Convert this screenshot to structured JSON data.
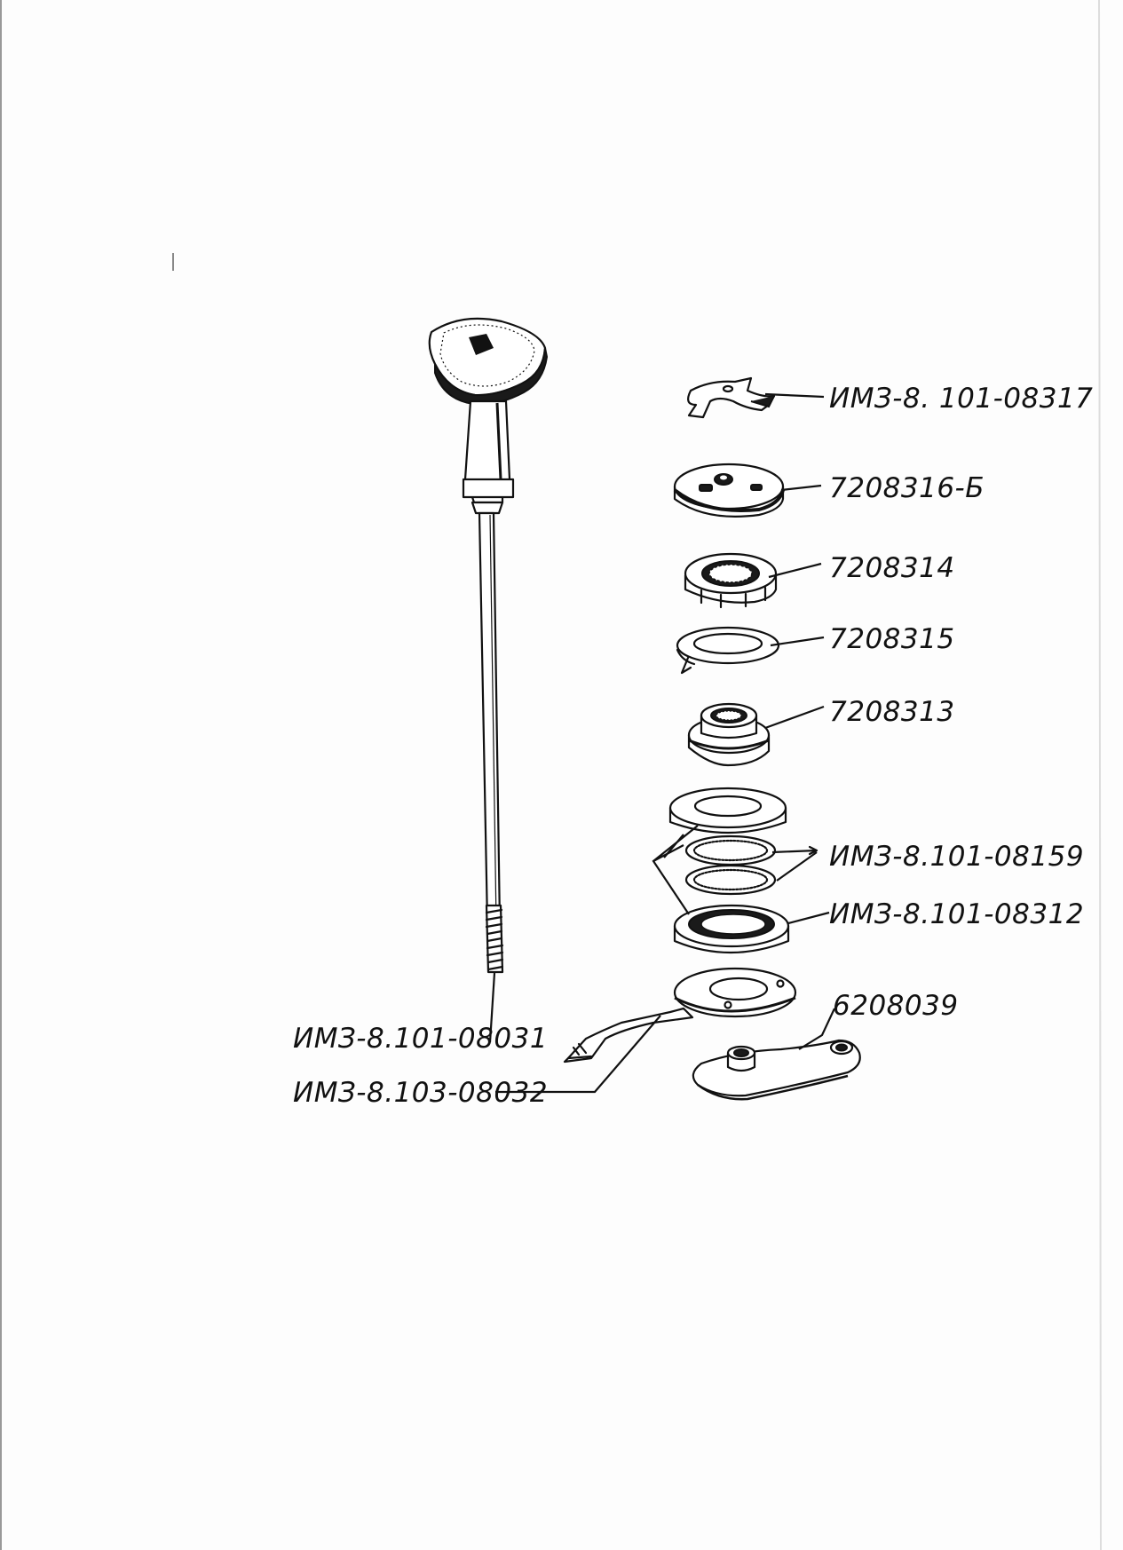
{
  "diagram": {
    "callouts": [
      {
        "id": "clip",
        "label": "ИМЗ-8. 101-08317"
      },
      {
        "id": "nut-cover",
        "label": "7208316-Б"
      },
      {
        "id": "nut",
        "label": "7208314"
      },
      {
        "id": "washer",
        "label": "7208315"
      },
      {
        "id": "cone",
        "label": "7208313"
      },
      {
        "id": "bearing-rings",
        "label": "ИМЗ-8.101-08159"
      },
      {
        "id": "cup",
        "label": "ИМЗ-8.101-08312"
      },
      {
        "id": "lever-plate",
        "label": "6208039"
      },
      {
        "id": "rod",
        "label": "ИМЗ-8.101-08031"
      },
      {
        "id": "bracket",
        "label": "ИМЗ-8.103-08032"
      }
    ]
  }
}
